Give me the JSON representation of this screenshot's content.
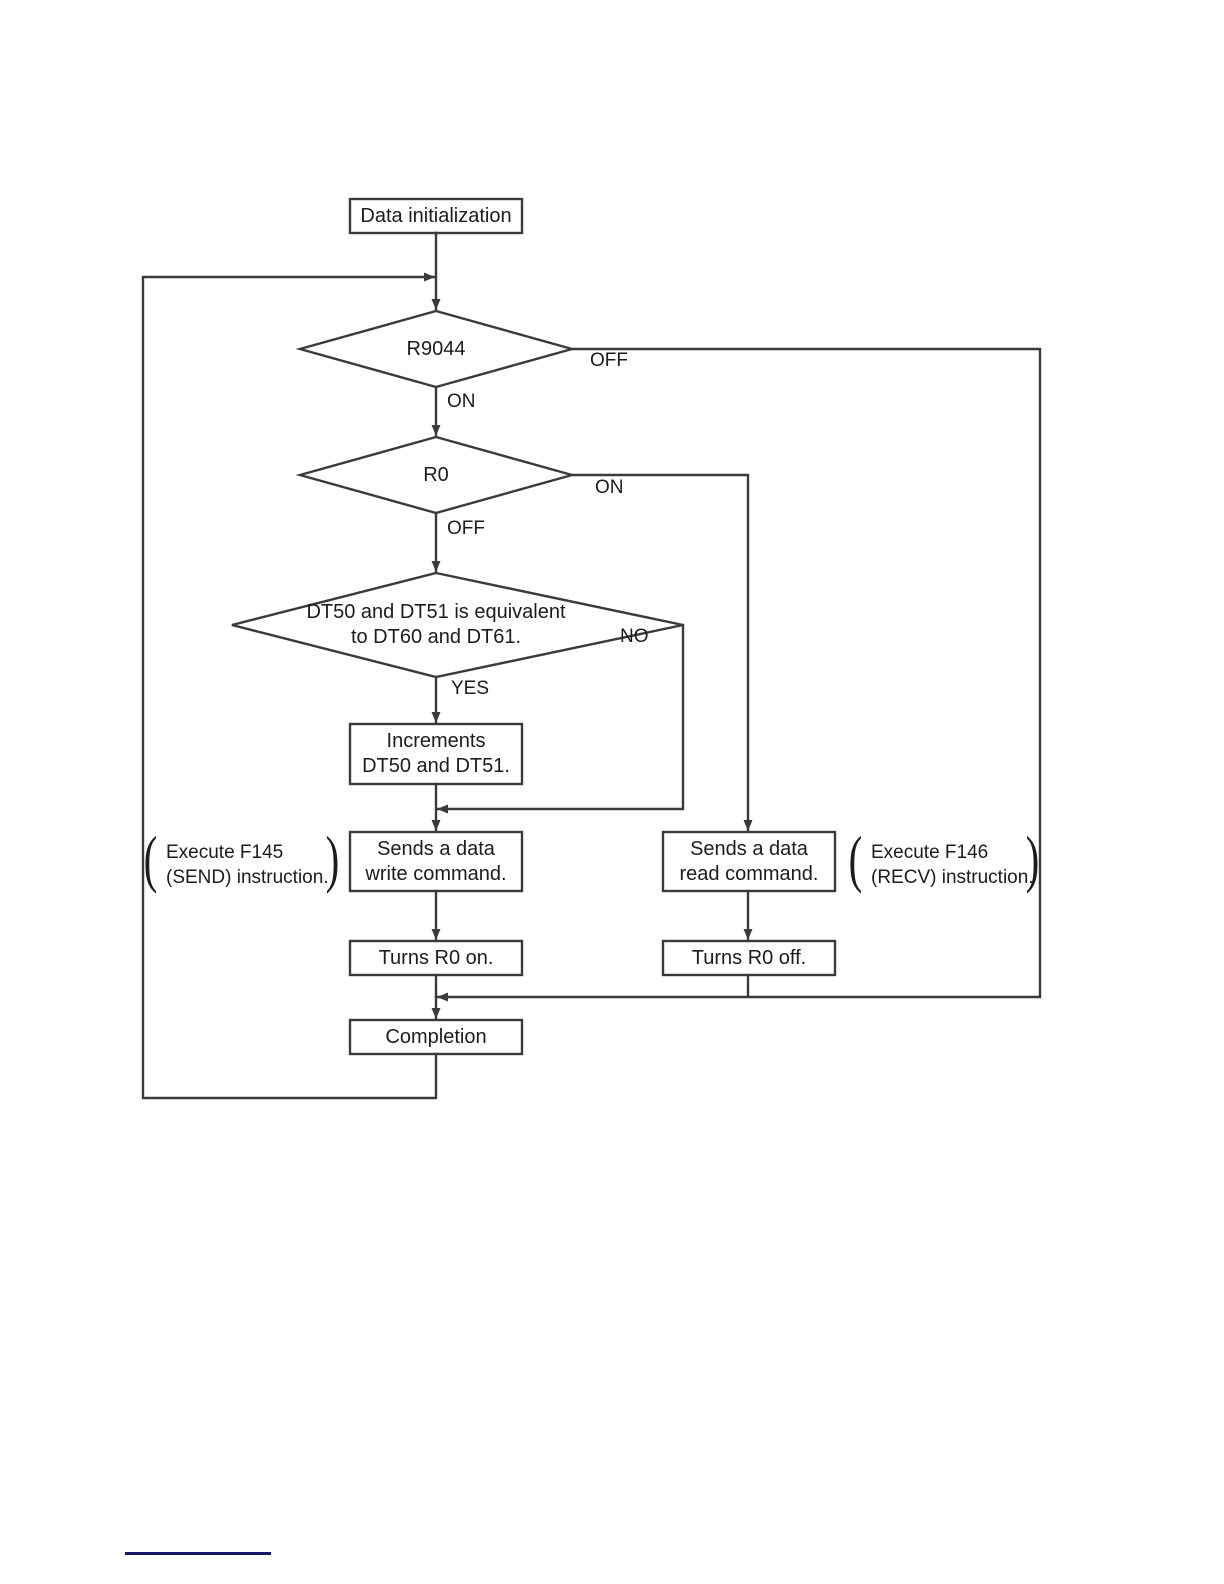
{
  "diagram": {
    "type": "flowchart",
    "title": "PLC data transfer flowchart",
    "stroke_color": "#3a3a3a",
    "text_color": "#1c1c1c",
    "background": "#ffffff",
    "nodes": [
      {
        "id": "start",
        "shape": "process",
        "label": "Data initialization"
      },
      {
        "id": "r9044",
        "shape": "decision",
        "label": "R9044"
      },
      {
        "id": "r0",
        "shape": "decision",
        "label": "R0"
      },
      {
        "id": "compare",
        "shape": "decision",
        "label": "DT50 and DT51 is equivalent\nto DT60 and DT61."
      },
      {
        "id": "increment",
        "shape": "process",
        "label": "Increments\nDT50 and DT51."
      },
      {
        "id": "write",
        "shape": "process",
        "label": "Sends a data\nwrite command."
      },
      {
        "id": "read",
        "shape": "process",
        "label": "Sends a data\nread command."
      },
      {
        "id": "r0on",
        "shape": "process",
        "label": "Turns R0 on."
      },
      {
        "id": "r0off",
        "shape": "process",
        "label": "Turns R0 off."
      },
      {
        "id": "completion",
        "shape": "process",
        "label": "Completion"
      }
    ],
    "edge_labels": {
      "r9044_off": "OFF",
      "r9044_on": "ON",
      "r0_on": "ON",
      "r0_off": "OFF",
      "compare_no": "NO",
      "compare_yes": "YES"
    },
    "annotations": [
      {
        "id": "send-note",
        "label": "Execute F145\n(SEND) instruction."
      },
      {
        "id": "recv-note",
        "label": "Execute F146\n(RECV) instruction."
      }
    ]
  },
  "footer": {
    "rule_color": "#17176b"
  }
}
